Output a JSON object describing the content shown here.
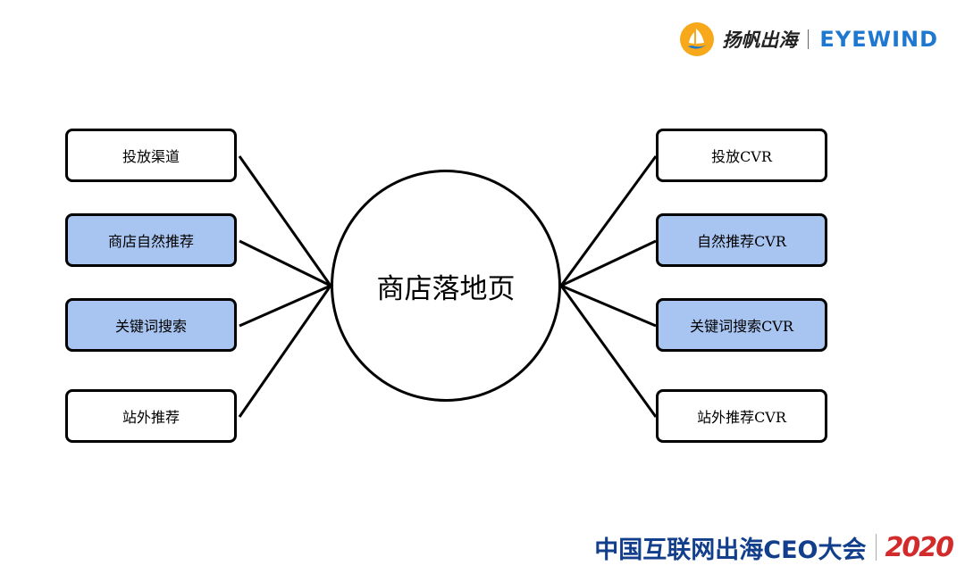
{
  "brand": {
    "name_cn": "扬帆出海",
    "name_en": "EYEWIND",
    "logo_icon": "sail-logo-icon",
    "accent_color": "#1e78d0"
  },
  "diagram": {
    "hub_label": "商店落地页",
    "highlight_color": "#a8c4f0",
    "left_nodes": [
      {
        "label": "投放渠道",
        "highlighted": false
      },
      {
        "label": "商店自然推荐",
        "highlighted": true
      },
      {
        "label": "关键词搜索",
        "highlighted": true
      },
      {
        "label": "站外推荐",
        "highlighted": false
      }
    ],
    "right_nodes": [
      {
        "label": "投放CVR",
        "highlighted": false
      },
      {
        "label": "自然推荐CVR",
        "highlighted": true
      },
      {
        "label": "关键词搜索CVR",
        "highlighted": true
      },
      {
        "label": "站外推荐CVR",
        "highlighted": false
      }
    ]
  },
  "footer": {
    "event_name": "中国互联网出海CEO大会",
    "year": "2020",
    "color": "#123e8c"
  }
}
